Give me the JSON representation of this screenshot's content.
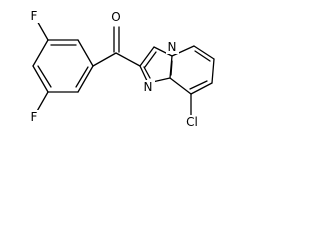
{
  "molecule": {
    "atoms": {
      "fluorine_upper": "F",
      "fluorine_lower": "F",
      "carbonyl_oxygen": "O",
      "ring_nitrogen_upper": "N",
      "ring_nitrogen_lower": "N",
      "chlorine": "Cl"
    }
  }
}
